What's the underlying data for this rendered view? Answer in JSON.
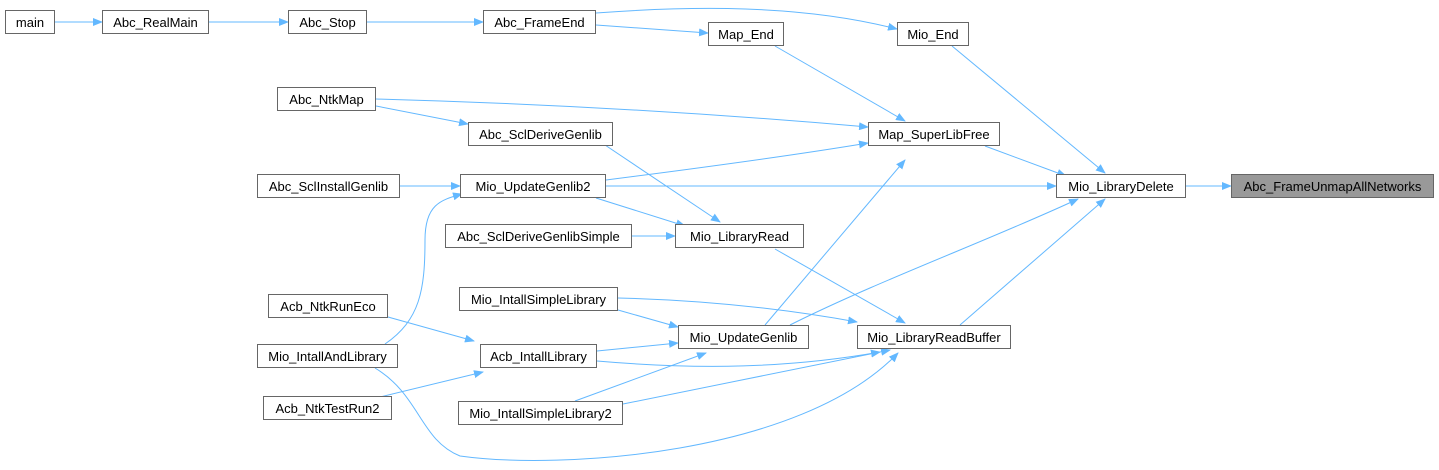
{
  "graph": {
    "nodes": [
      {
        "id": "main",
        "label": "main"
      },
      {
        "id": "abc_realmain",
        "label": "Abc_RealMain"
      },
      {
        "id": "abc_stop",
        "label": "Abc_Stop"
      },
      {
        "id": "abc_frameend",
        "label": "Abc_FrameEnd"
      },
      {
        "id": "map_end",
        "label": "Map_End"
      },
      {
        "id": "mio_end",
        "label": "Mio_End"
      },
      {
        "id": "abc_ntkmap",
        "label": "Abc_NtkMap"
      },
      {
        "id": "abc_sclderivegenlib",
        "label": "Abc_SclDeriveGenlib"
      },
      {
        "id": "map_superlibfree",
        "label": "Map_SuperLibFree"
      },
      {
        "id": "abc_sclinstallgenlib",
        "label": "Abc_SclInstallGenlib"
      },
      {
        "id": "mio_updategenlib2",
        "label": "Mio_UpdateGenlib2"
      },
      {
        "id": "mio_librarydelete",
        "label": "Mio_LibraryDelete"
      },
      {
        "id": "abc_frameunmapallnetworks",
        "label": "Abc_FrameUnmapAllNetworks"
      },
      {
        "id": "abc_sclderivegenlibsimple",
        "label": "Abc_SclDeriveGenlibSimple"
      },
      {
        "id": "mio_libraryread",
        "label": "Mio_LibraryRead"
      },
      {
        "id": "mio_intallsimplelibrary",
        "label": "Mio_IntallSimpleLibrary"
      },
      {
        "id": "acb_ntkruneco",
        "label": "Acb_NtkRunEco"
      },
      {
        "id": "mio_updategenlib",
        "label": "Mio_UpdateGenlib"
      },
      {
        "id": "mio_libraryreadbuffer",
        "label": "Mio_LibraryReadBuffer"
      },
      {
        "id": "mio_intallandlibrary",
        "label": "Mio_IntallAndLibrary"
      },
      {
        "id": "acb_intalllibrary",
        "label": "Acb_IntallLibrary"
      },
      {
        "id": "acb_ntktestrun2",
        "label": "Acb_NtkTestRun2"
      },
      {
        "id": "mio_intallsimplelibrary2",
        "label": "Mio_IntallSimpleLibrary2"
      }
    ],
    "root": "abc_frameunmapallnetworks",
    "edge_color": "#63b8ff"
  }
}
